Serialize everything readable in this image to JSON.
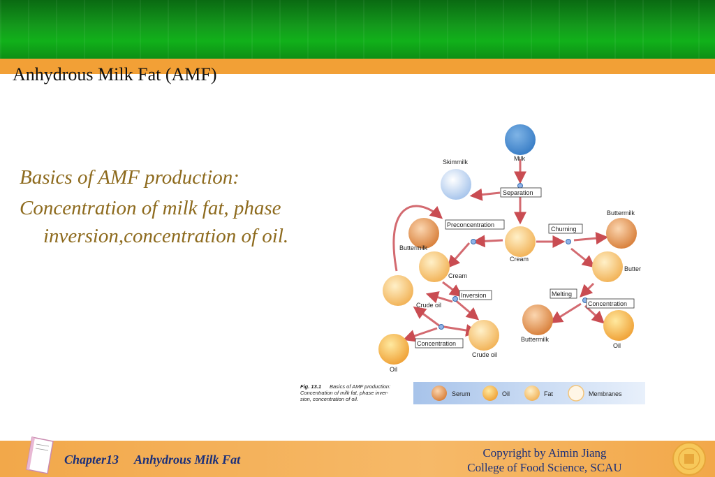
{
  "title": "Anhydrous Milk Fat (AMF)",
  "bullets": [
    "Basics of AMF production:",
    "Concentration of milk fat, phase inversion,concentration of oil."
  ],
  "diagram": {
    "labels": {
      "milk": "Milk",
      "skimmilk": "Skimmilk",
      "separation": "Separation",
      "preconcentration": "Preconcentration",
      "buttermilk_left": "Buttermilk",
      "cream_center": "Cream",
      "churning": "Churning",
      "buttermilk_right": "Buttermilk",
      "butter": "Butter",
      "cream_left": "Cream",
      "inversion": "Inversion",
      "crude_oil_left": "Crude oil",
      "melting": "Melting",
      "concentration_right": "Concentration",
      "concentration_left": "Concentration",
      "crude_oil_bottom": "Crude oil",
      "buttermilk_bottom": "Buttermilk",
      "oil_right": "Oil",
      "oil_left": "Oil"
    },
    "caption_lines": [
      "Fig. 13.1",
      "Basics of AMF production:",
      "Concentration of milk fat, phase inver-",
      "sion, concentration of oil."
    ],
    "legend": [
      "Serum",
      "Oil",
      "Fat",
      "Membranes"
    ]
  },
  "footer": {
    "chapter": "Chapter13",
    "chapter_title": "Anhydrous Milk Fat",
    "copyright_line1": "Copyright by Aimin Jiang",
    "copyright_line2": "College of Food Science, SCAU"
  },
  "colors": {
    "top_bar": "#11b11a",
    "accent_orange": "#f2a036",
    "body_text": "#8d6a1d",
    "footer_text": "#1a2f7a"
  }
}
